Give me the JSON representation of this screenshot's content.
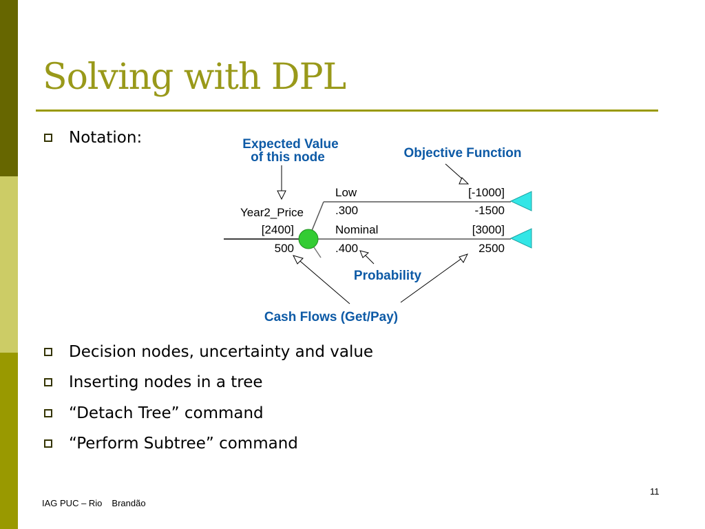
{
  "slide": {
    "title": "Solving with DPL",
    "notation_label": "Notation:",
    "bullets": [
      "Decision nodes, uncertainty and value",
      "Inserting nodes in a tree",
      "“Detach Tree” command",
      "“Perform Subtree” command"
    ],
    "footer": {
      "org": "IAG PUC – Rio",
      "author": "Brandão",
      "page": "11"
    }
  },
  "diagram": {
    "node": {
      "name": "Year2_Price",
      "expected_value": "[2400]",
      "cash_flow": "500"
    },
    "branches": [
      {
        "label": "Low",
        "probability": ".300",
        "objective": "[-1000]",
        "cash_flow": "-1500"
      },
      {
        "label": "Nominal",
        "probability": ".400",
        "objective": "[3000]",
        "cash_flow": "2500"
      }
    ],
    "annotations": {
      "expected_value_line1": "Expected Value",
      "expected_value_line2": "of this node",
      "objective_function": "Objective Function",
      "probability": "Probability",
      "cash_flows": "Cash Flows (Get/Pay)"
    },
    "colors": {
      "chance_node": "#33cc33",
      "terminal_node": "#33e6e6",
      "annotation_text": "#0d5aa6",
      "accent": "#999900"
    }
  }
}
